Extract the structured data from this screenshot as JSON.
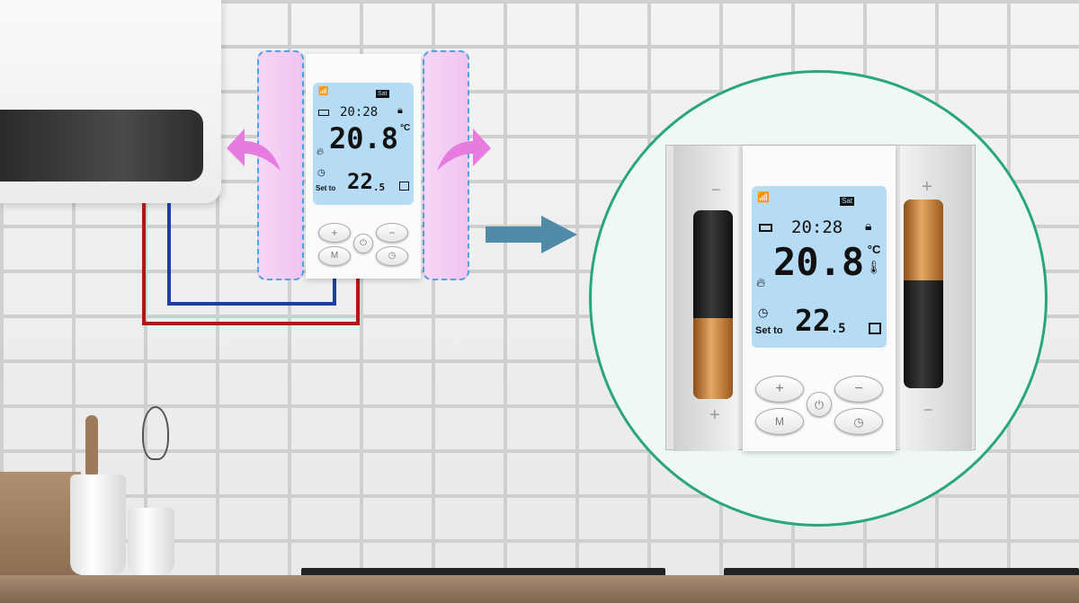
{
  "thermostat": {
    "day": "Sat",
    "time": "20:28",
    "temperature": "20.8",
    "temp_unit": "°C",
    "set_label": "Set to",
    "set_int": "22",
    "set_dec": ".5",
    "buttons": {
      "plus": "+",
      "minus": "−",
      "mode": "M"
    }
  },
  "battery_polarity": {
    "plus": "+",
    "minus": "−"
  },
  "colors": {
    "circle_border": "#2ba67a",
    "lcd": "#b6dcf5",
    "arrow": "#4f8aa6",
    "hint_arrow": "#e77be0"
  }
}
